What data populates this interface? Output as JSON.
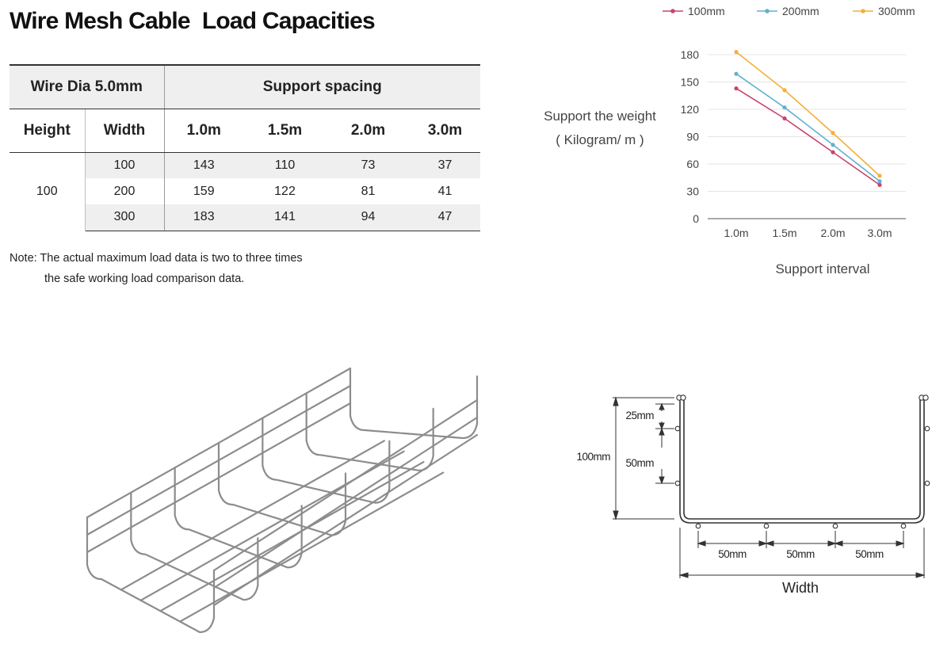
{
  "title": "Wire Mesh Cable  Load Capacities",
  "table": {
    "wire_dia": "Wire Dia 5.0mm",
    "support_spacing": "Support spacing",
    "height_label": "Height",
    "width_label": "Width",
    "spacings": [
      "1.0m",
      "1.5m",
      "2.0m",
      "3.0m"
    ],
    "height_value": "100",
    "rows": [
      {
        "width": "100",
        "values": [
          "143",
          "110",
          "73",
          "37"
        ]
      },
      {
        "width": "200",
        "values": [
          "159",
          "122",
          "81",
          "41"
        ]
      },
      {
        "width": "300",
        "values": [
          "183",
          "141",
          "94",
          "47"
        ]
      }
    ]
  },
  "note": {
    "line1": "Note: The actual maximum load data is two to three times",
    "line2": "the safe working load comparison data."
  },
  "chart_data": {
    "type": "line",
    "categories": [
      "1.0m",
      "1.5m",
      "2.0m",
      "3.0m"
    ],
    "series": [
      {
        "name": "100mm",
        "values": [
          143,
          110,
          73,
          37
        ],
        "color": "#c8436f"
      },
      {
        "name": "200mm",
        "values": [
          159,
          122,
          81,
          41
        ],
        "color": "#62b0cf"
      },
      {
        "name": "300mm",
        "values": [
          183,
          141,
          94,
          47
        ],
        "color": "#f2b03a"
      }
    ],
    "ylabel_line1": "Support the weight",
    "ylabel_line2": "( Kilogram/ m )",
    "xlabel": "Support interval",
    "ylim": [
      0,
      180
    ],
    "yticks": [
      0,
      30,
      60,
      90,
      120,
      150,
      180
    ],
    "grid": true,
    "legend": "top"
  },
  "dimensions": {
    "depth_a": "25mm",
    "depth_b": "50mm",
    "height": "100mm",
    "pitch": [
      "50mm",
      "50mm",
      "50mm"
    ],
    "width_label": "Width"
  }
}
